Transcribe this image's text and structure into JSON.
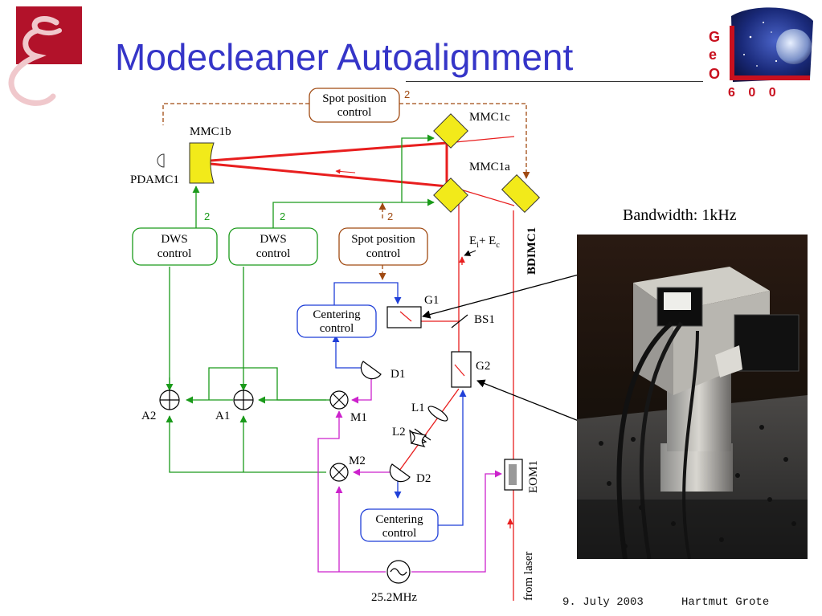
{
  "slide": {
    "title": "Modecleaner Autoalignment",
    "footer_date": "9. July 2003",
    "footer_author": "Hartmut Grote",
    "photo_caption": "Bandwidth: 1kHz"
  },
  "logos": {
    "left_letter": "ξ",
    "right_letters": [
      "G",
      "e",
      "O"
    ],
    "right_number": "6 0 0"
  },
  "diagram": {
    "boxes": {
      "spot_top": [
        "Spot position",
        "control"
      ],
      "spot_mid": [
        "Spot position",
        "control"
      ],
      "dws1": [
        "DWS",
        "control"
      ],
      "dws2": [
        "DWS",
        "control"
      ],
      "centering1": [
        "Centering",
        "control"
      ],
      "centering2": [
        "Centering",
        "control"
      ]
    },
    "labels": {
      "mmc1b": "MMC1b",
      "mmc1c": "MMC1c",
      "mmc1a": "MMC1a",
      "pdamc1": "PDAMC1",
      "bdimc1": "BDIMC1",
      "ei_ec": "E",
      "ei_sub": "i",
      "ei_plus": "+ E",
      "ec_sub": "c",
      "g1": "G1",
      "g2": "G2",
      "bs1": "BS1",
      "d1": "D1",
      "d2": "D2",
      "l1": "L1",
      "l2": "L2",
      "m1": "M1",
      "m2": "M2",
      "a1": "A1",
      "a2": "A2",
      "eom1": "EOM1",
      "osc": "25.2MHz",
      "from_laser": "from laser",
      "n_top": "2",
      "n_dws1": "2",
      "n_dws2": "2",
      "n_spot_mid": "2"
    },
    "colors": {
      "green": "#1a9a1a",
      "blue": "#1f3fd8",
      "magenta": "#cc22cc",
      "brown": "#a04a12",
      "red": "#e81e1e",
      "yellow": "#f2ea1a"
    }
  }
}
